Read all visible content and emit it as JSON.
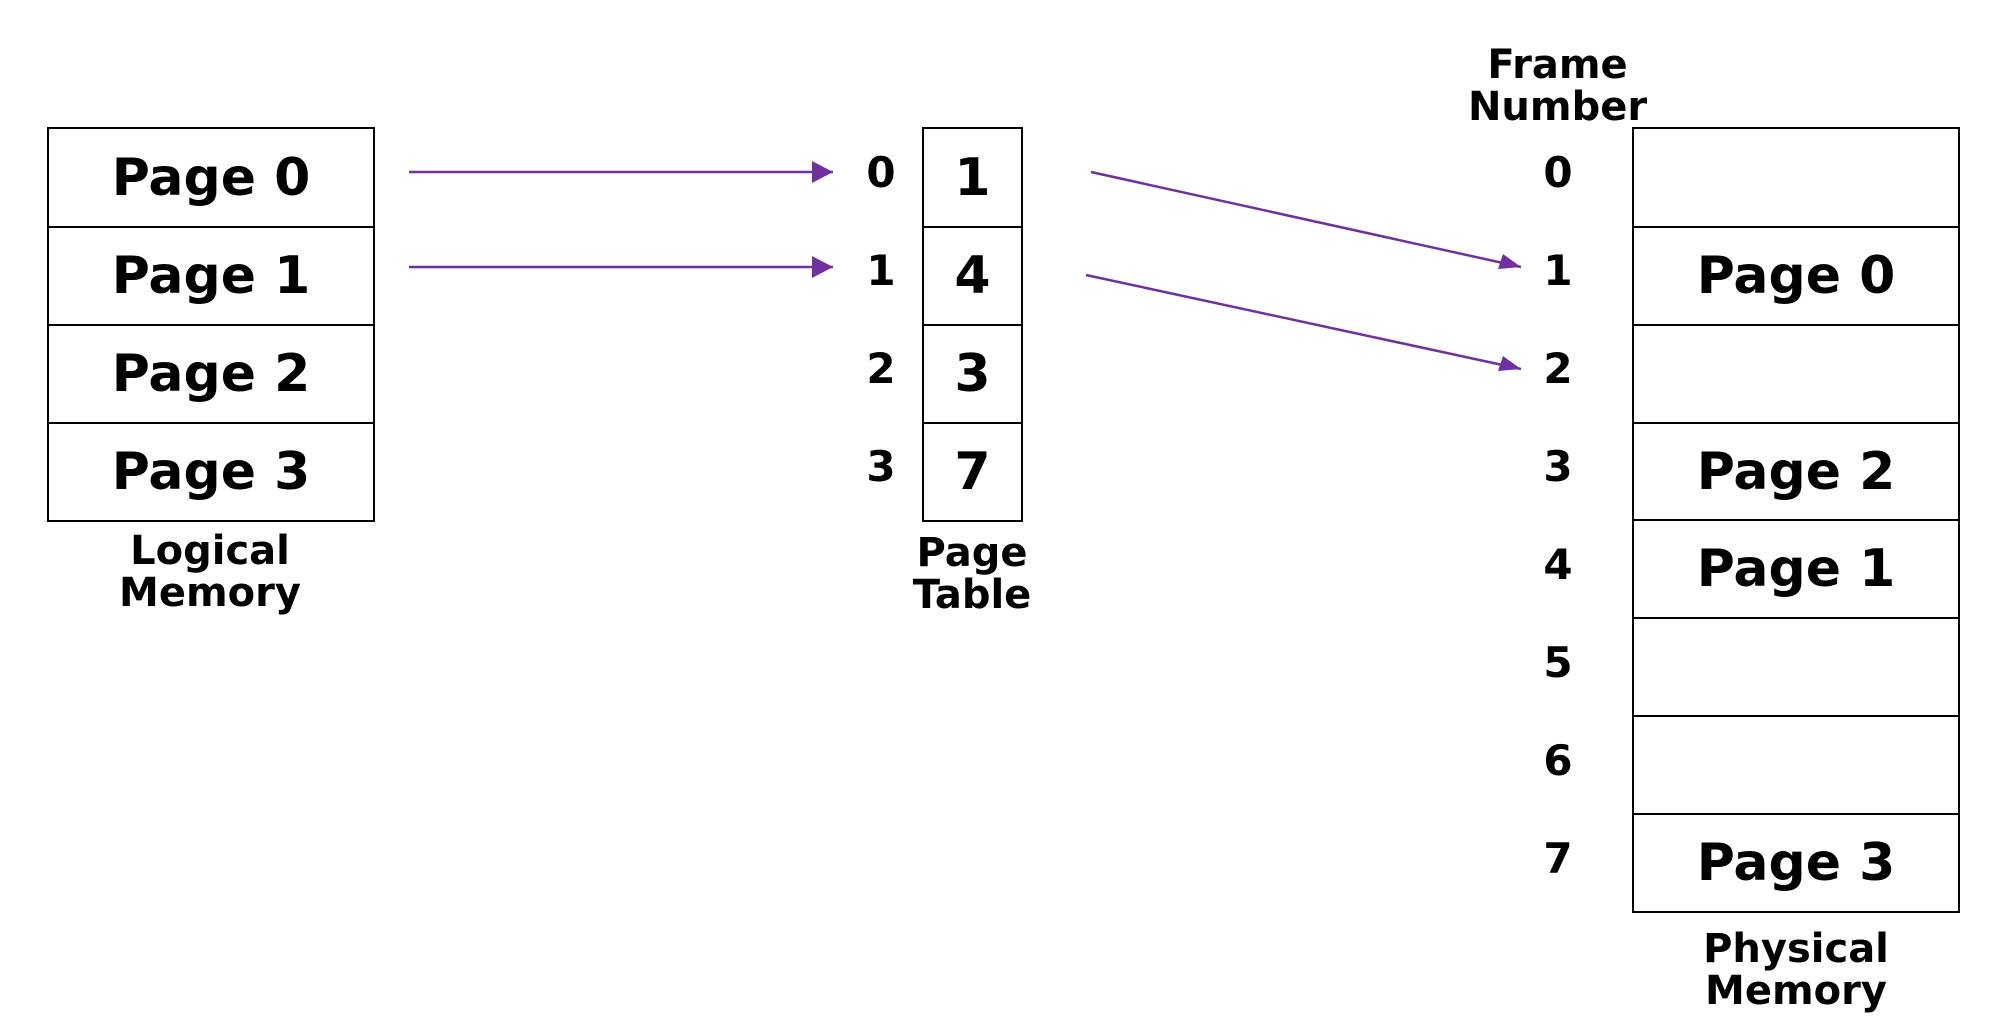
{
  "logical_memory": {
    "pages": [
      "Page 0",
      "Page 1",
      "Page 2",
      "Page 3"
    ],
    "caption_line1": "Logical",
    "caption_line2": "Memory"
  },
  "page_table": {
    "indices": [
      "0",
      "1",
      "2",
      "3"
    ],
    "frames": [
      "1",
      "4",
      "3",
      "7"
    ],
    "caption": "Page Table"
  },
  "physical_memory": {
    "header_line1": "Frame",
    "header_line2": "Number",
    "frame_numbers": [
      "0",
      "1",
      "2",
      "3",
      "4",
      "5",
      "6",
      "7"
    ],
    "frames": [
      "",
      "Page 0",
      "",
      "Page 2",
      "Page 1",
      "",
      "",
      "Page 3"
    ],
    "caption_line1": "Physical",
    "caption_line2": "Memory"
  },
  "colors": {
    "arrow": "#7030a0",
    "border": "#000000"
  }
}
